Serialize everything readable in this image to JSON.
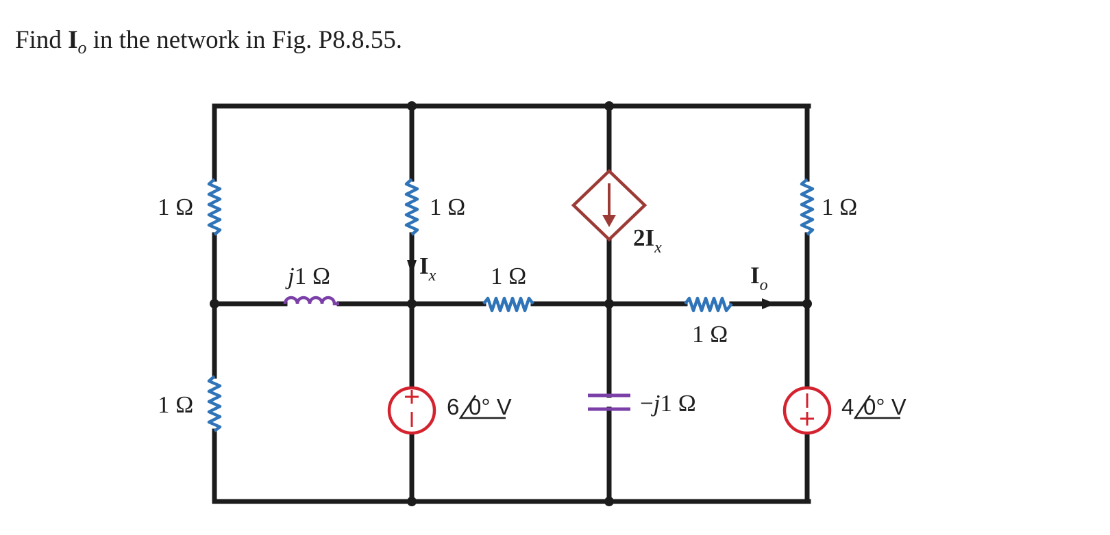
{
  "problem": {
    "text_prefix": "Find ",
    "variable": "I",
    "variable_subscript": "o",
    "text_suffix": " in the network in Fig. P8.8.55."
  },
  "circuit": {
    "labels": {
      "r_left_top": "1 Ω",
      "r_left_bottom": "1 Ω",
      "r_mid_vertical": "1 Ω",
      "r_right_top": "1 Ω",
      "r_center_horizontal": "1 Ω",
      "r_right_horizontal": "1 Ω",
      "inductor": "j1 Ω",
      "inductor_j": "j",
      "inductor_rest": "1 Ω",
      "capacitor": "−j1 Ω",
      "cap_prefix": "−",
      "cap_j": "j",
      "cap_rest": "1 Ω",
      "dep_source": "2I",
      "dep_source_sub": "x",
      "current_ix": "I",
      "current_ix_sub": "x",
      "current_io": "I",
      "current_io_sub": "o",
      "vsource_left": "6",
      "vsource_left_angle": "0°",
      "vsource_left_unit": " V",
      "vsource_right": "4",
      "vsource_right_angle": "0°",
      "vsource_right_unit": " V",
      "plus": "+",
      "minus": "−"
    },
    "colors": {
      "wire": "#1c1c1c",
      "resistor": "#2f74b8",
      "inductor": "#7b3fa8",
      "capacitor": "#7b3fa8",
      "voltage_source": "#d4232e",
      "dependent_source": "#9c3a35"
    }
  }
}
